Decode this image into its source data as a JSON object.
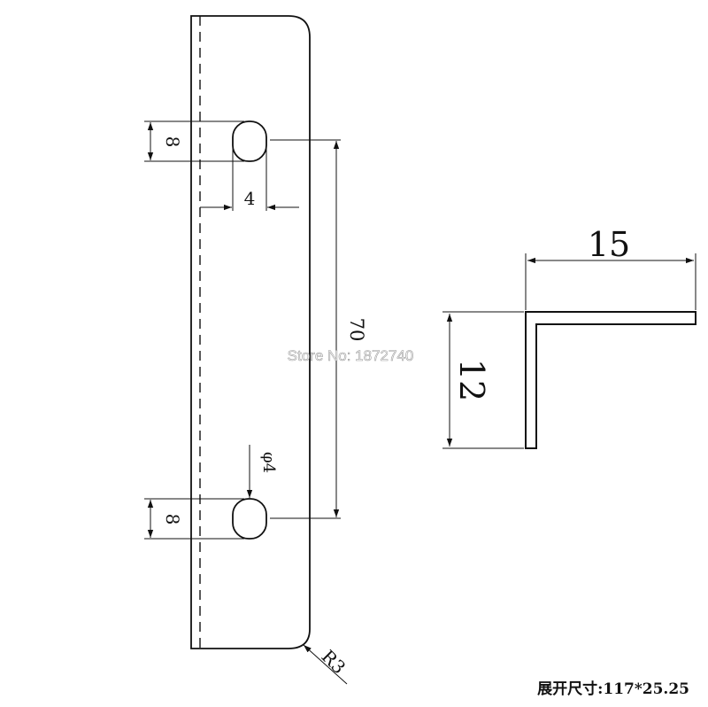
{
  "plate_view": {
    "hole_height_top": "8",
    "hole_width": "4",
    "hole_spacing": "70",
    "hole_diameter": "φ4",
    "hole_height_bottom": "8",
    "corner_radius": "R3"
  },
  "profile_view": {
    "flange_width": "15",
    "flange_height": "12"
  },
  "watermark": "Store No: 1872740",
  "unfolded_size": "展开尺寸:117*25.25"
}
